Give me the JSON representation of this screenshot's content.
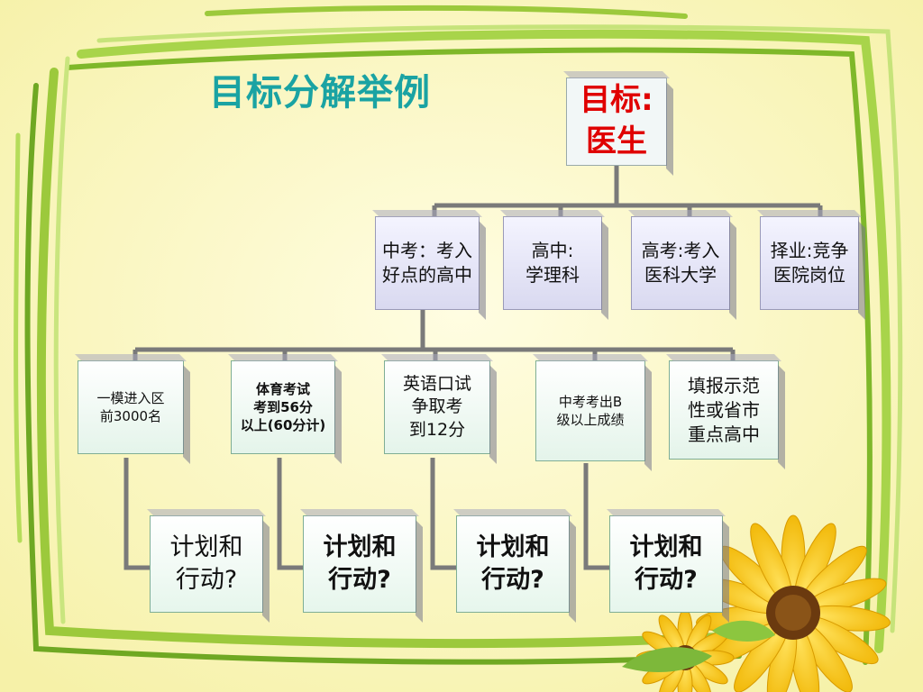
{
  "title": "目标分解举例",
  "goal": {
    "line1": "目标:",
    "line2": "医生"
  },
  "level1": [
    {
      "line1": "中考：考入",
      "line2": "好点的高中"
    },
    {
      "line1": "高中:",
      "line2": "学理科"
    },
    {
      "line1": "高考:考入",
      "line2": "医科大学"
    },
    {
      "line1": "择业:竞争",
      "line2": "医院岗位"
    }
  ],
  "level2": [
    {
      "line1": "一模进入区",
      "line2": "前3000名",
      "line3": ""
    },
    {
      "line1": "体育考试",
      "line2": "考到56分",
      "line3": "以上(60分计)"
    },
    {
      "line1": "英语口试",
      "line2": "争取考",
      "line3": "到12分"
    },
    {
      "line1": "中考考出B",
      "line2": "级以上成绩",
      "line3": ""
    },
    {
      "line1": "填报示范",
      "line2": "性或省市",
      "line3": "重点高中"
    }
  ],
  "actions": [
    {
      "line1": "计划和",
      "line2": "行动?"
    },
    {
      "line1": "计划和",
      "line2": "行动?"
    },
    {
      "line1": "计划和",
      "line2": "行动?"
    },
    {
      "line1": "计划和",
      "line2": "行动?"
    }
  ],
  "colors": {
    "title": "#1aa3a3",
    "goal_text": "#e00000",
    "connector": "#7a7a7a",
    "frame": "#9cc93c",
    "background": "#fbf8c8"
  }
}
